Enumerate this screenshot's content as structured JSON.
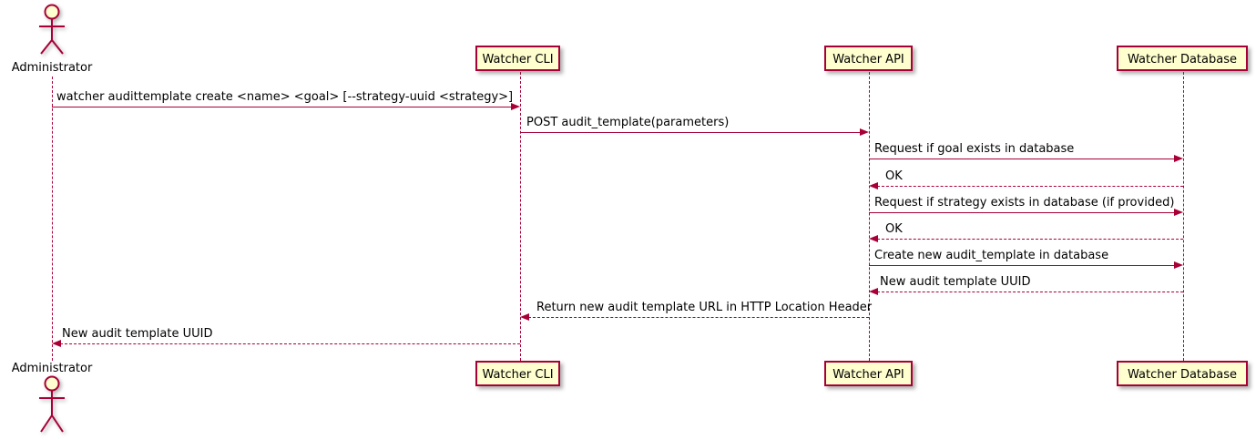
{
  "diagram": {
    "type": "sequence-diagram",
    "actor": {
      "name": "Administrator"
    },
    "participants": [
      {
        "name": "Watcher CLI"
      },
      {
        "name": "Watcher API"
      },
      {
        "name": "Watcher Database"
      }
    ],
    "messages": [
      {
        "from": "Administrator",
        "to": "Watcher CLI",
        "label": "watcher audittemplate create <name> <goal> [--strategy-uuid <strategy>]",
        "line": "solid",
        "direction": "right"
      },
      {
        "from": "Watcher CLI",
        "to": "Watcher API",
        "label": "POST audit_template(parameters)",
        "line": "solid",
        "direction": "right"
      },
      {
        "from": "Watcher API",
        "to": "Watcher Database",
        "label": "Request if goal exists in database",
        "line": "solid",
        "direction": "right"
      },
      {
        "from": "Watcher Database",
        "to": "Watcher API",
        "label": "OK",
        "line": "dashed",
        "direction": "left"
      },
      {
        "from": "Watcher API",
        "to": "Watcher Database",
        "label": "Request if strategy exists in database (if provided)",
        "line": "solid",
        "direction": "right"
      },
      {
        "from": "Watcher Database",
        "to": "Watcher API",
        "label": "OK",
        "line": "dashed",
        "direction": "left"
      },
      {
        "from": "Watcher API",
        "to": "Watcher Database",
        "label": "Create new audit_template in database",
        "line": "solid",
        "direction": "right"
      },
      {
        "from": "Watcher Database",
        "to": "Watcher API",
        "label": "New audit template UUID",
        "line": "dashed",
        "direction": "left"
      },
      {
        "from": "Watcher API",
        "to": "Watcher CLI",
        "label": "Return new audit template URL in HTTP Location Header",
        "line": "dashed",
        "direction": "left"
      },
      {
        "from": "Watcher CLI",
        "to": "Administrator",
        "label": "New audit template UUID",
        "line": "dashed",
        "direction": "left"
      }
    ],
    "colors": {
      "accent": "#A80036",
      "participant_fill": "#FEFECE",
      "text": "#000000",
      "background": "#FFFFFF"
    }
  }
}
